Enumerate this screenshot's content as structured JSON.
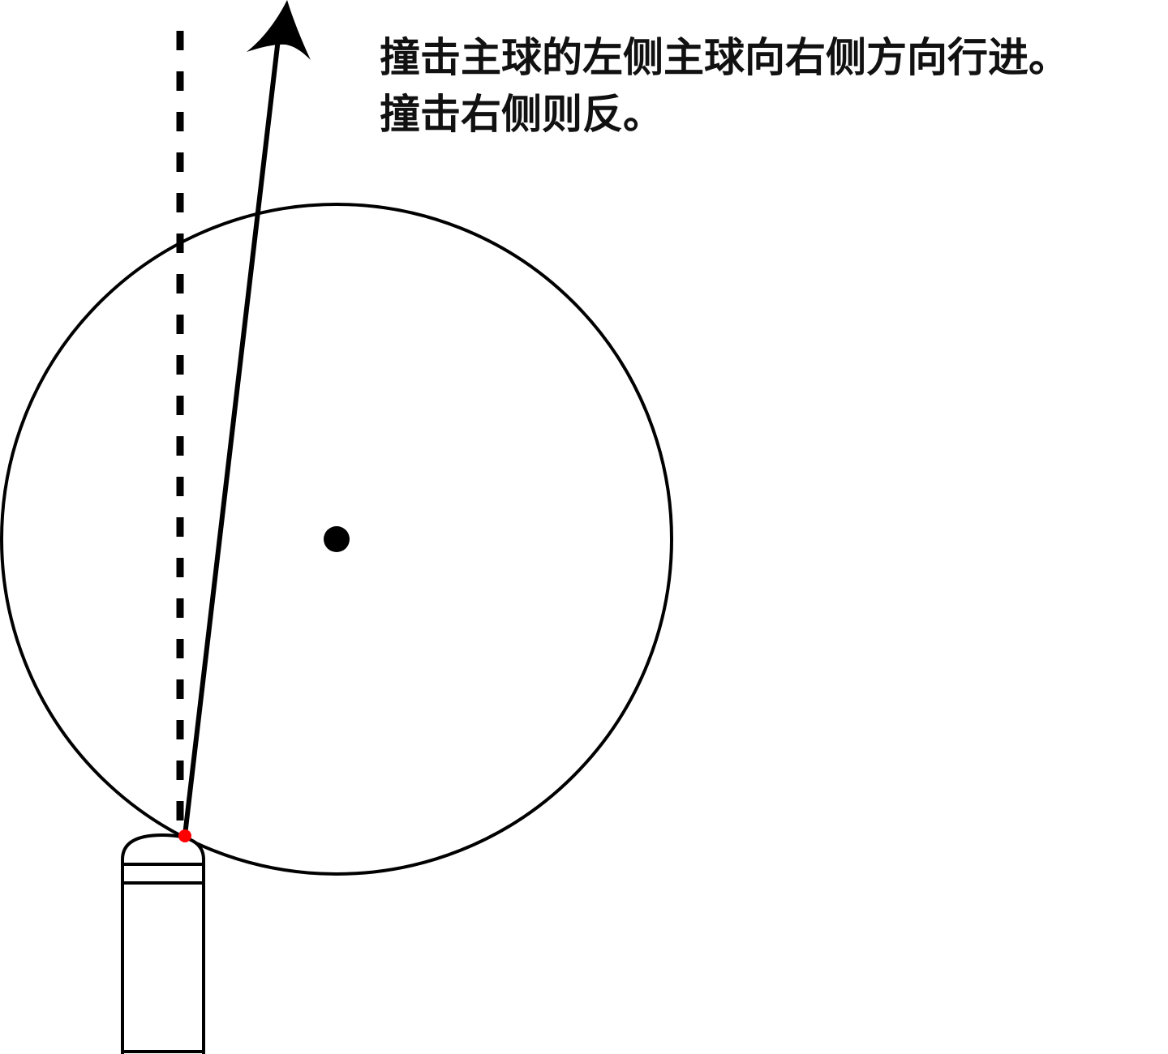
{
  "caption": {
    "line1": "撞击主球的左侧主球向右侧方向行进。",
    "line2": "撞击右侧则反。"
  },
  "colors": {
    "stroke": "#000000",
    "contact_point": "#ff0000",
    "background": "#ffffff",
    "text": "#111111"
  },
  "elements": {
    "ball": "cue-ball",
    "ball_center": "center-dot",
    "cue": "cue-stick",
    "contact": "contact-point",
    "straight_line": "dashed-reference-line",
    "deflected_path": "deflection-arrow"
  }
}
